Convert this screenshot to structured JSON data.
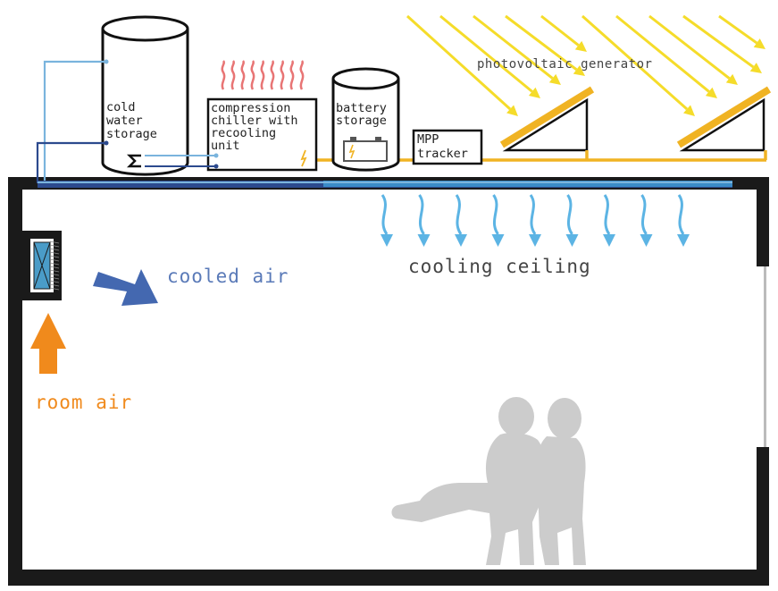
{
  "labels": {
    "cold_water_storage": [
      "cold",
      "water",
      "storage"
    ],
    "chiller": [
      "compression",
      "chiller with",
      "recooling",
      "unit"
    ],
    "battery": [
      "battery",
      "storage"
    ],
    "mpp": [
      "MPP",
      "tracker"
    ],
    "pv": "photovoltaic generator",
    "cooling_ceiling": "cooling ceiling",
    "cooled_air": "cooled air",
    "room_air": "room air"
  },
  "colors": {
    "wall": "#1a1a1a",
    "sun_ray": "#f5dc2a",
    "pv_panel": "#f0b323",
    "cable": "#f0b323",
    "cold_pipe": "#7ab4dd",
    "return_pipe": "#2c4a8e",
    "chilled_drop": "#5cb4e4",
    "heat_wave": "#e87575",
    "cooled_air_arrow": "#4468b0",
    "cooled_air_text": "#5a7ab8",
    "room_air": "#f08a1c",
    "people": "#cccccc"
  },
  "icons": [
    "heat-wave-icon",
    "lightning-icon",
    "battery-icon",
    "coil-icon",
    "sun-ray-icon",
    "people-silhouette-icon"
  ]
}
